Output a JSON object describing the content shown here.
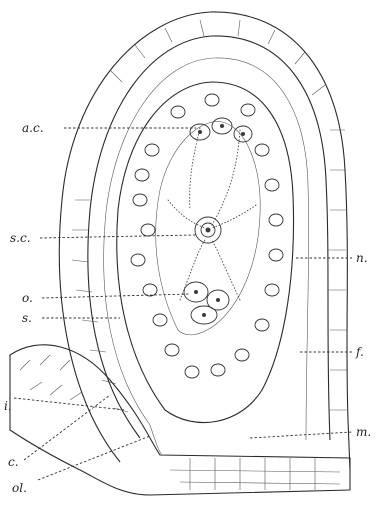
{
  "figure": {
    "labels": {
      "ac": "a.c.",
      "sc": "s.c.",
      "o": "o.",
      "s": "s.",
      "i": "i.",
      "c": "c.",
      "ol": "ol.",
      "n": "n.",
      "f": "f.",
      "m": "m."
    }
  }
}
